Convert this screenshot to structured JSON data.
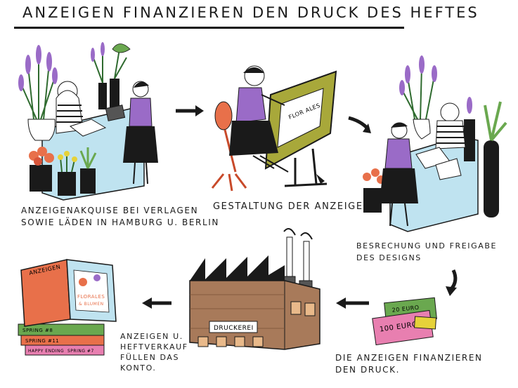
{
  "title": "ANZEIGEN FINANZIEREN DEN DRUCK DES HEFTES",
  "steps": [
    {
      "caption": "ANZEIGENAKQUISE BEI VERLAGEN\nSOWIE LÄDEN IN HAMBURG U. BERLIN"
    },
    {
      "caption": "GESTALTUNG DER ANZEIGE"
    },
    {
      "caption": "BESRECHUNG UND FREIGABE\nDES DESIGNS"
    },
    {
      "caption": "DIE ANZEIGEN FINANZIEREN\nDEN DRUCK."
    },
    {
      "caption": "ANZEIGEN U.\nHEFTVERKAUF\nFÜLLEN DAS\nKONTO."
    }
  ],
  "labels": {
    "factory_sign": "DRUCKEREI",
    "magazine_cover": "ANZEIGEN",
    "magazine_page": "FLORALES",
    "magazine_page_sub": "& BLUMEN",
    "money_small": "20 EURO",
    "money_large": "100 EURO",
    "book_spine_1": "SPRING #8",
    "book_spine_2": "SPRING #11",
    "book_spine_3": "HAPPY ENDING",
    "book_spine_4": "SPRING #7",
    "drawing_board_text": "FLOR ALES"
  },
  "colors": {
    "purple": "#9a6bc7",
    "lightblue": "#bfe3f0",
    "olive": "#a8a83a",
    "brick": "#a87a5a",
    "orange": "#e8704a",
    "green": "#6aa84f",
    "pink": "#e87fb0",
    "yellow": "#e6d23a",
    "black": "#1a1a1a"
  }
}
